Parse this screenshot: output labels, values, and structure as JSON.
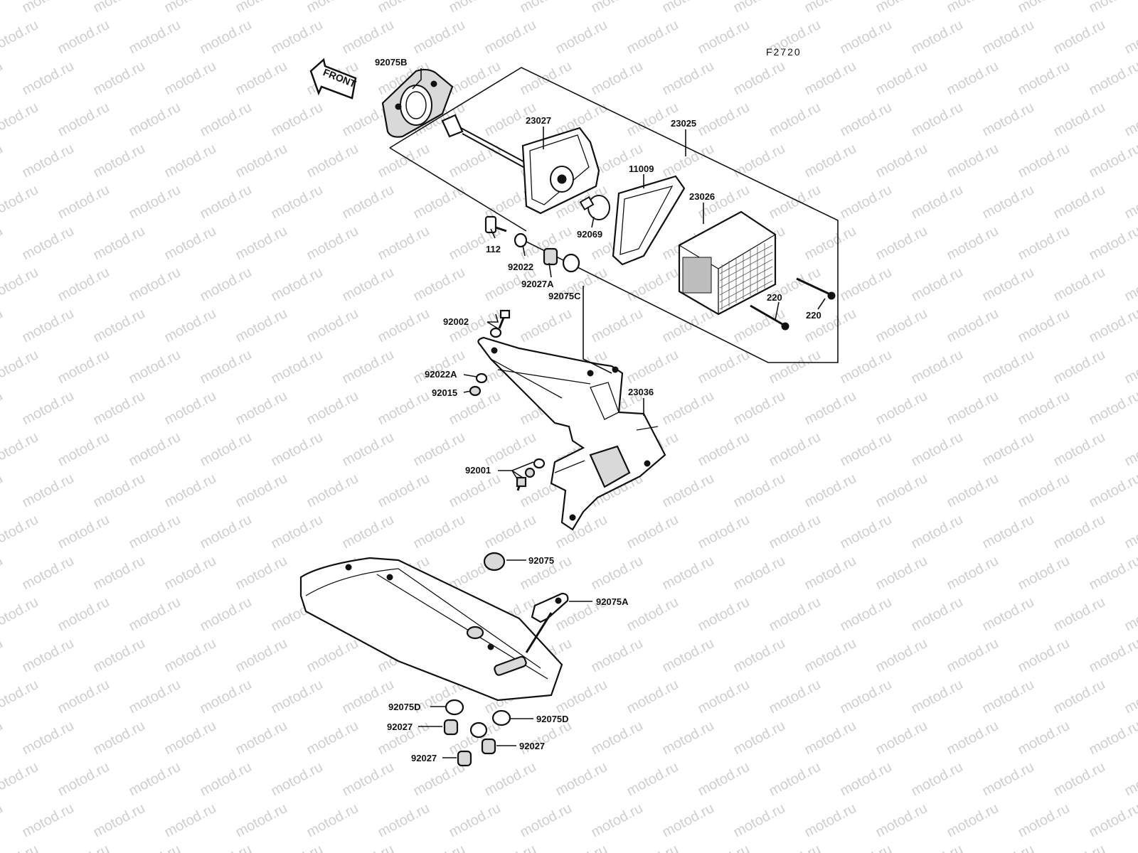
{
  "figure_code": "F2720",
  "front_arrow_text": "FRONT",
  "watermark": "motod.ru",
  "colors": {
    "ink": "#111111",
    "paper": "#ffffff",
    "watermark": "#cfcfcf",
    "shade": "#d9d9d9"
  },
  "labels": {
    "p92075B": "92075B",
    "p23027": "23027",
    "p23025": "23025",
    "p11009": "11009",
    "p23026": "23026",
    "p92069": "92069",
    "p112": "112",
    "p92022": "92022",
    "p92027A": "92027A",
    "p92075C": "92075C",
    "p220a": "220",
    "p220b": "220",
    "p92002": "92002",
    "p92022A": "92022A",
    "p92015": "92015",
    "p23036": "23036",
    "p92001": "92001",
    "p92075": "92075",
    "p92075A": "92075A",
    "p92075D_left": "92075D",
    "p92075D_right": "92075D",
    "p92027_a": "92027",
    "p92027_b": "92027",
    "p92027_c": "92027"
  }
}
